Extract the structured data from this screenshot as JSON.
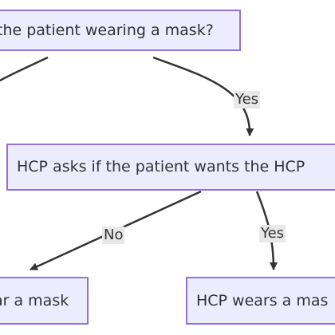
{
  "nodes": {
    "q_mask": "the patient wearing a mask?",
    "q_hcp": "HCP asks if the patient wants the HCP",
    "left_outcome": "ar a mask",
    "right_outcome": "HCP wears a mas"
  },
  "edges": {
    "yes_1": "Yes",
    "no": "No",
    "yes_2": "Yes"
  },
  "colors": {
    "node_fill": "#ececff",
    "node_border": "#9370db",
    "edge_line": "#333333",
    "label_bg": "#e8e8e8"
  }
}
